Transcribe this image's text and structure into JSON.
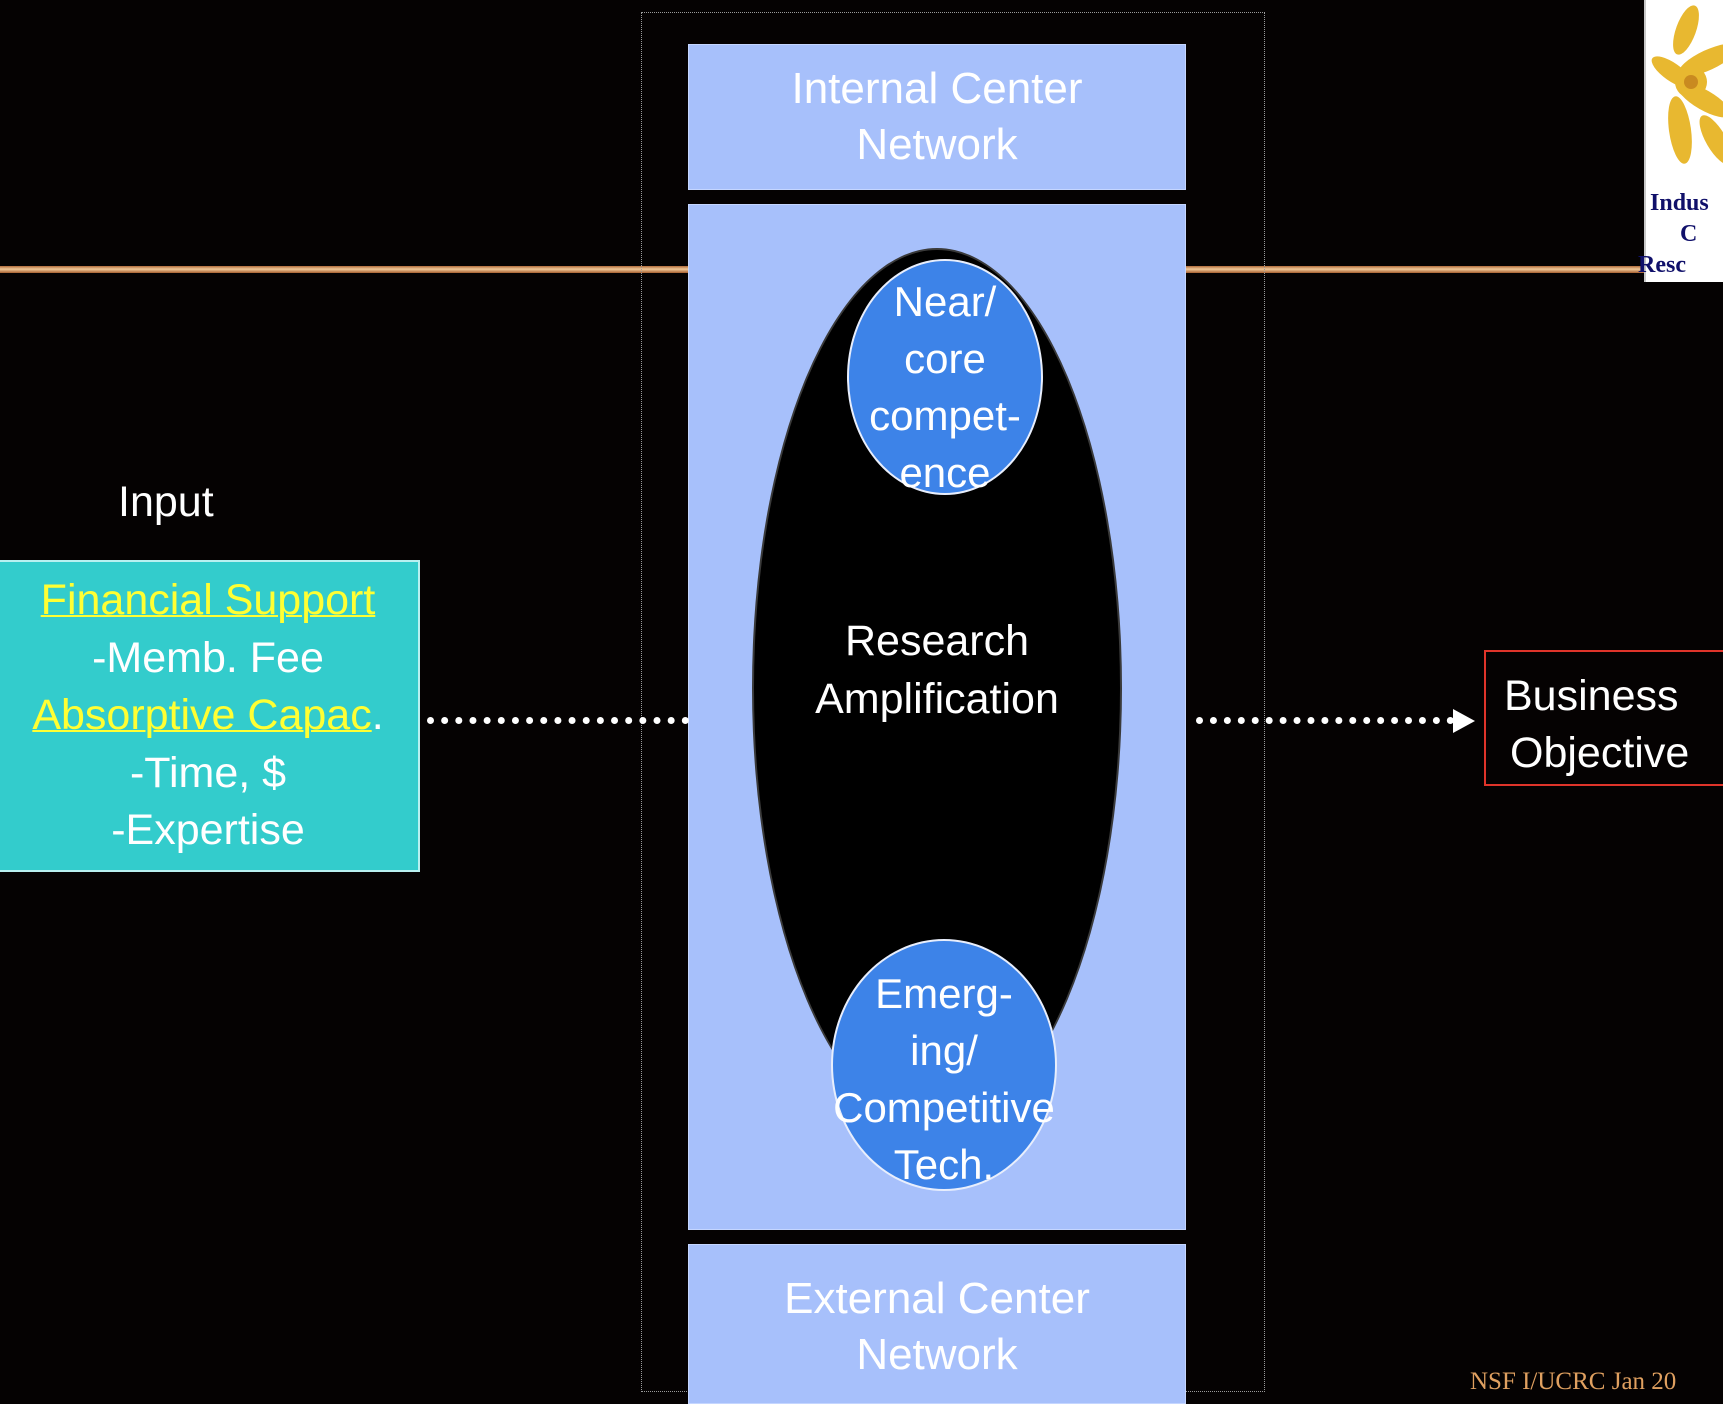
{
  "internal_network": {
    "line1": "Internal Center",
    "line2": "Network"
  },
  "external_network": {
    "line1": "External Center",
    "line2": "Network"
  },
  "center": {
    "line1": "Research",
    "line2": "Amplification"
  },
  "near_circle": {
    "lines": [
      "Near/",
      "core",
      "compet-",
      "ence"
    ]
  },
  "emerging_circle": {
    "lines": [
      "Emerg-",
      "ing/",
      "Competitive",
      "Tech."
    ]
  },
  "input": {
    "label": "Input",
    "financial_support": "Financial Support",
    "memb_fee": "-Memb. Fee",
    "absorptive_capac": "Absorptive Capac",
    "absorptive_period": ".",
    "time": "-Time, $",
    "expertise": "-Expertise"
  },
  "business": {
    "line1": "Business",
    "line2": "Objective"
  },
  "logo": {
    "line1": "Indus",
    "line2": "C",
    "line3": "Resc"
  },
  "footer": "NSF I/UCRC Jan 20",
  "colors": {
    "box_blue": "#a7c0fb",
    "circle_blue": "#3d83e8",
    "teal": "#33cccc",
    "highlight_yellow": "#ffff33",
    "business_border": "#e0342a",
    "divider": "#f0c898"
  }
}
